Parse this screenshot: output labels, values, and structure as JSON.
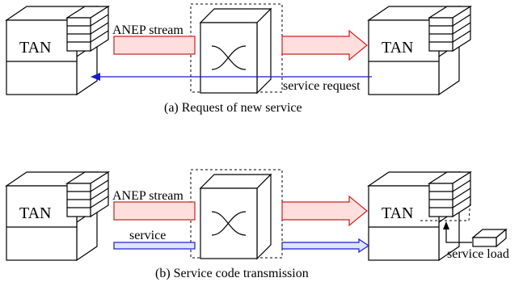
{
  "colors": {
    "anep_fill": "#ffdede",
    "anep_stroke": "#cc2020",
    "blue": "#1a1acc",
    "blue_fill": "#dde6ff"
  },
  "icons": {
    "tan_node": "tan-node-icon",
    "switch": "switch-box-icon",
    "service_module": "service-module-icon"
  },
  "panel_a": {
    "left_tan": "TAN",
    "right_tan": "TAN",
    "anep_label": "ANEP stream",
    "request_label": "service request",
    "caption": "(a) Request of new service"
  },
  "panel_b": {
    "left_tan": "TAN",
    "right_tan": "TAN",
    "anep_label": "ANEP stream",
    "service_label": "service",
    "load_label": "service load",
    "caption": "(b) Service code transmission"
  }
}
